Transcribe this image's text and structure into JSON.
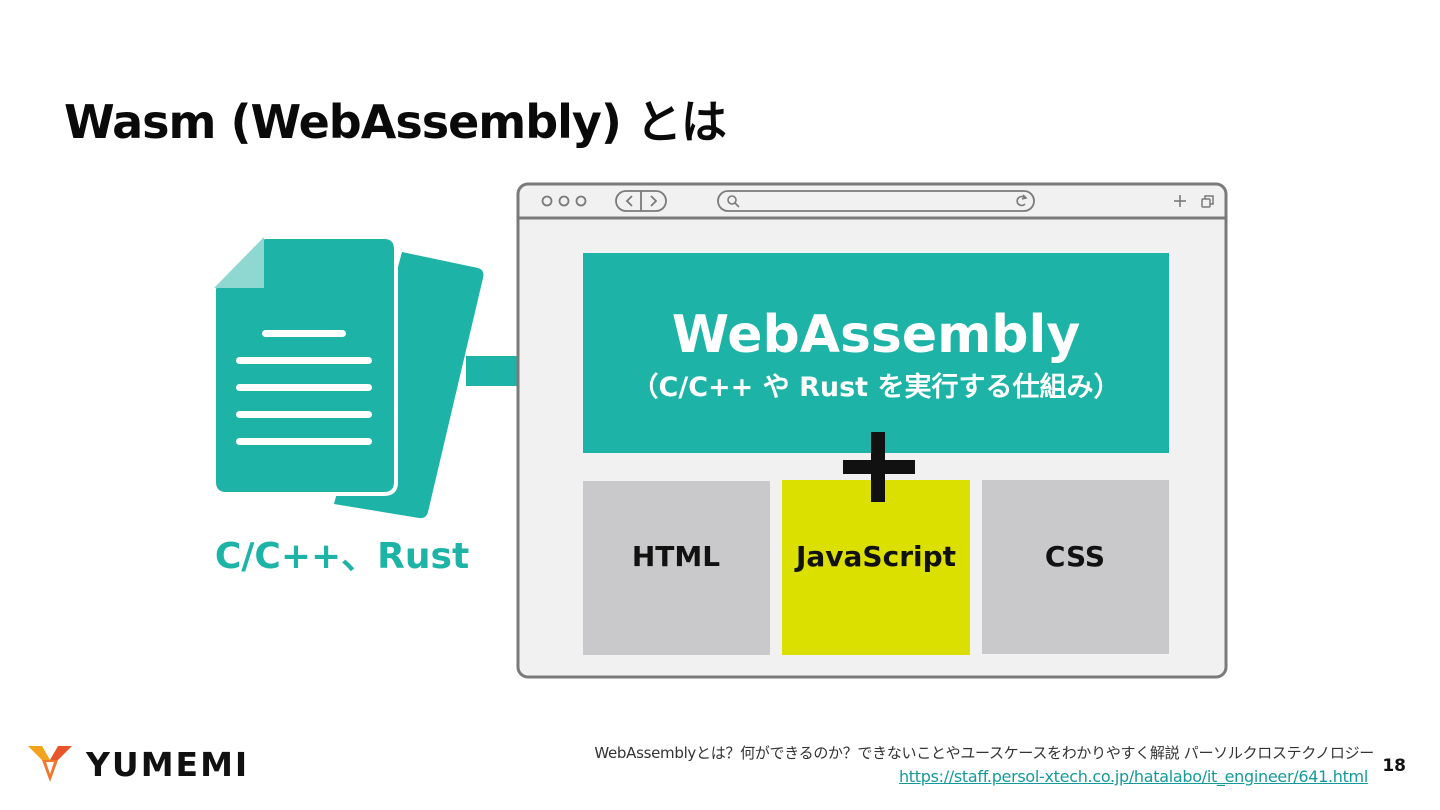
{
  "slide": {
    "title": "Wasm (WebAssembly) とは",
    "page_number": "18"
  },
  "diagram": {
    "source_label": "C/C++、Rust",
    "wasm_title": "WebAssembly",
    "wasm_subtitle": "（C/C++ や Rust を実行する仕組み）",
    "plus_symbol": "+",
    "blocks": [
      {
        "label": "HTML",
        "color": "#c9c9cb"
      },
      {
        "label": "JavaScript",
        "color": "#dbe000"
      },
      {
        "label": "CSS",
        "color": "#c9c9cb"
      }
    ],
    "colors": {
      "teal": "#1db3a6",
      "browser_frame": "#7a7a7a",
      "browser_bg": "#f1f1f1"
    },
    "icons": [
      "document-icon",
      "arrow-right-icon",
      "window-dots-icon",
      "back-forward-icon",
      "search-icon",
      "reload-icon",
      "new-tab-icon",
      "tabs-icon"
    ]
  },
  "footer": {
    "source_text": "WebAssemblyとは？何ができるのか？できないことやユースケースをわかりやすく解説 パーソルクロステクノロジー",
    "source_url": "https://staff.persol-xtech.co.jp/hatalabo/it_engineer/641.html",
    "logo_text": "YUMEMI"
  }
}
